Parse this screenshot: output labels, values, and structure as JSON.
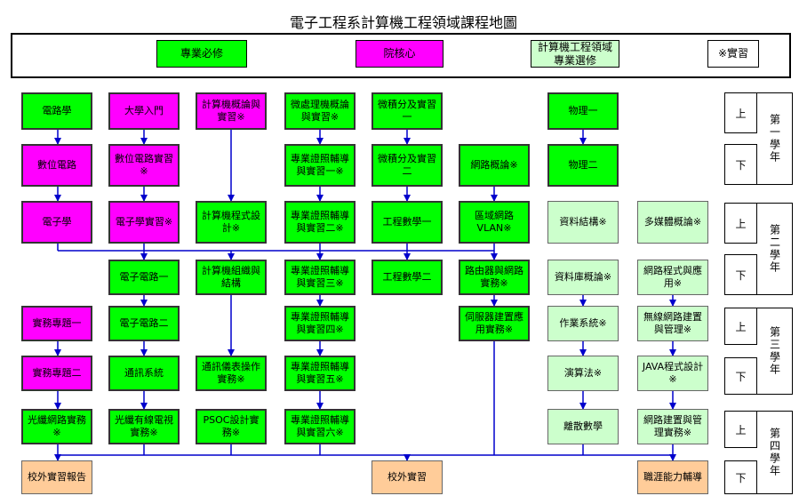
{
  "title": "電子工程系計算機工程領域課程地圖",
  "legend": {
    "required": "專業必修",
    "core": "院核心",
    "elective": "計算機工程領域\n專業選修",
    "internship": "※實習"
  },
  "colors": {
    "required": "#00FF00",
    "core": "#FF00FF",
    "elective": "#CCFFCC",
    "external": "#FFCC99",
    "arrow": "#0000CC"
  },
  "courses": {
    "c1": "電路學",
    "c2": "大學入門",
    "c3": "計算機概論與實習※",
    "c4": "微處理機概論與實習※",
    "c5": "微積分及實習一",
    "c6": "物理一",
    "d1": "數位電路",
    "d2": "數位電路實習※",
    "d4": "專業證照輔導與實習一※",
    "d5": "微積分及實習二",
    "d6": "網路概論※",
    "d7": "物理二",
    "e1": "電子學",
    "e2": "電子學實習※",
    "e3": "計算機程式設計※",
    "e4": "專業證照輔導與實習二※",
    "e5": "工程數學一",
    "e6": "區域網路VLAN※",
    "e7": "資料結構※",
    "e8": "多媒體概論※",
    "f2": "電子電路一",
    "f3": "計算機組織與結構",
    "f4": "專業證照輔導與實習三※",
    "f5": "工程數學二",
    "f6": "路由器與網路實務※",
    "f7": "資料庫概論※",
    "f8": "網路程式與應用※",
    "g1": "實務專題一",
    "g2": "電子電路二",
    "g4": "專業證照輔導與實習四※",
    "g6": "伺服器建置應用實務※",
    "g7": "作業系統※",
    "g8": "無線網路建置與管理※",
    "h1": "實務專題二",
    "h2": "通訊系統",
    "h3": "通訊儀表操作實務※",
    "h4": "專業證照輔導與實習五※",
    "h7": "演算法※",
    "h8": "JAVA程式設計※",
    "i1": "光纖網路實務※",
    "i2": "光纖有線電視實務※",
    "i3": "PSOC設計實務※",
    "i4": "專業證照輔導與實習六※",
    "i7": "離散數學",
    "i8": "網路建置與管理實務※",
    "p1": "校外實習報告",
    "p2": "校外實習",
    "p3": "職涯能力輔導"
  },
  "semesters": {
    "upper": "上",
    "lower": "下"
  },
  "years": [
    "第一學年",
    "第二學年",
    "第三學年",
    "第四學年"
  ]
}
